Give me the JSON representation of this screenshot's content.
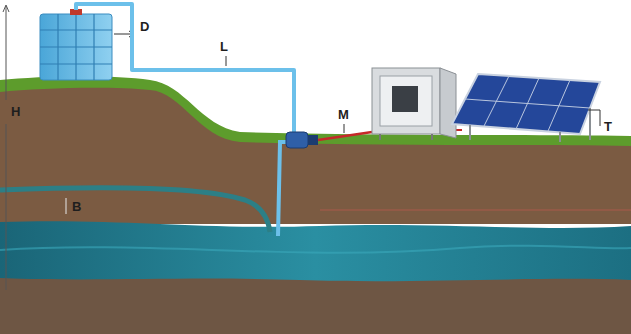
{
  "diagram": {
    "labels": [
      "D",
      "L",
      "H",
      "M",
      "T",
      "B"
    ]
  }
}
